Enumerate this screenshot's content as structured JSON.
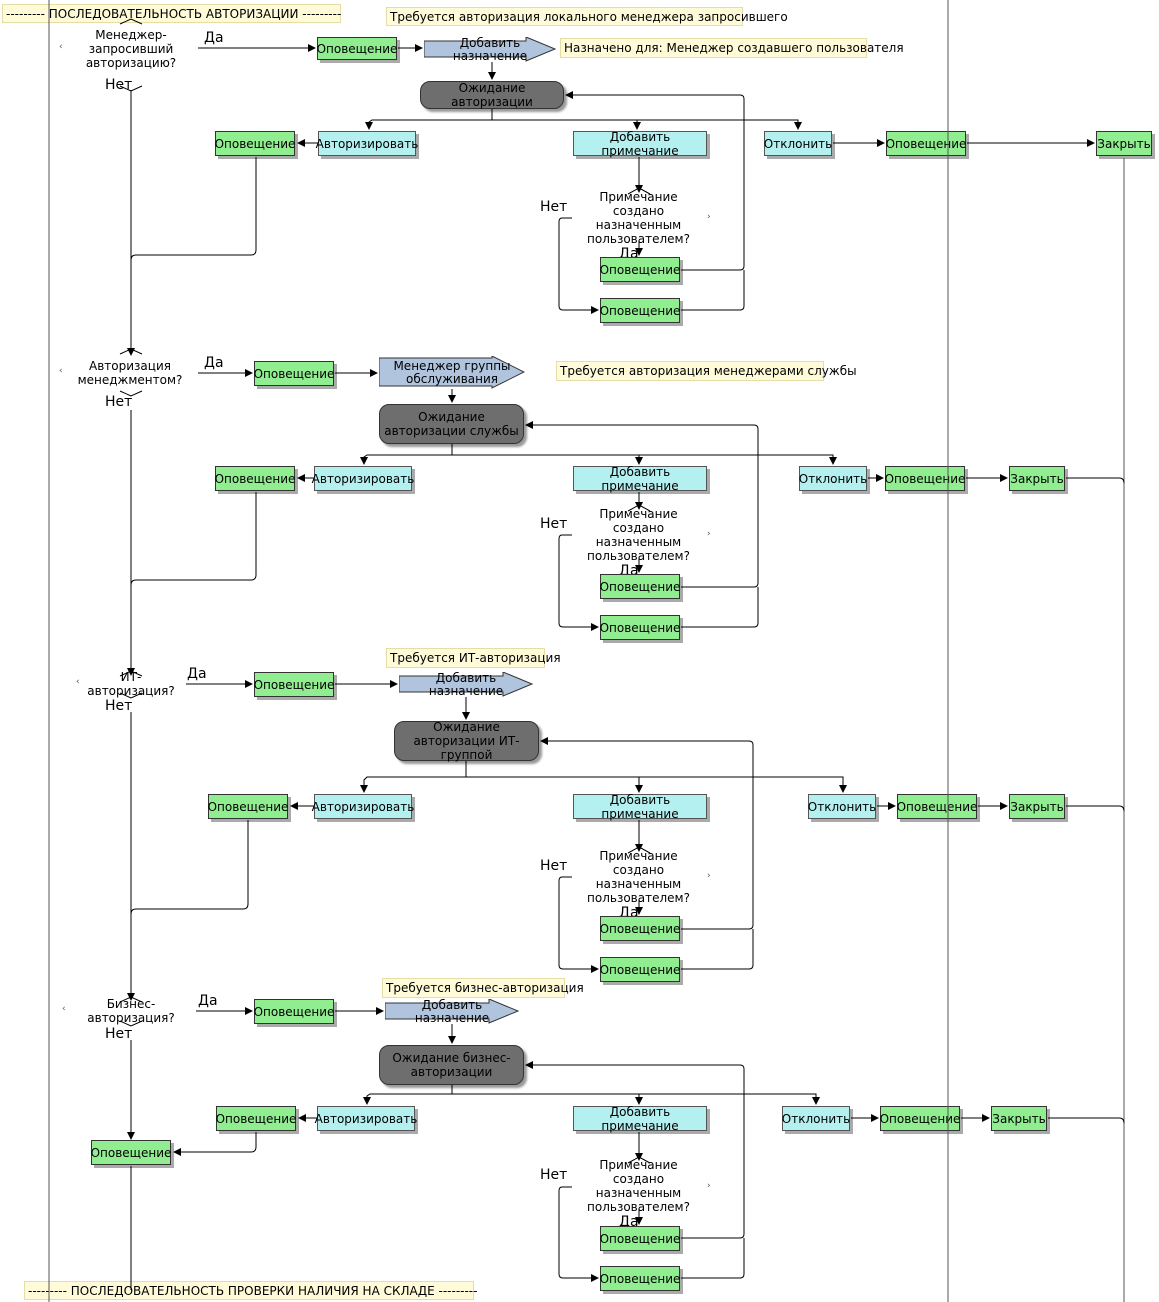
{
  "headers": {
    "top": "--------- ПОСЛЕДОВАТЕЛЬНОСТЬ АВТОРИЗАЦИИ ---------",
    "bottom": "--------- ПОСЛЕДОВАТЕЛЬНОСТЬ ПРОВЕРКИ НАЛИЧИЯ НА СКЛАДЕ ---------"
  },
  "labels": {
    "yes": "Да",
    "no": "Нет"
  },
  "common": {
    "notify": "Оповещение",
    "authorize": "Авторизировать",
    "add_note": "Добавить примечание",
    "reject": "Отклонить",
    "close": "Закрыть",
    "add_assignment": "Добавить назначение",
    "note_question": "Примечание создано назначенным пользователем?"
  },
  "sections": [
    {
      "question": "Менеджер-запросивший авторизацию?",
      "note": "Требуется авторизация локального менеджера запросившего",
      "arrow": "Добавить назначение",
      "assigned_note": "Назначено для: Менеджер создавшего пользователя",
      "wait": "Ожидание авторизации"
    },
    {
      "question": "Авторизация менеджментом?",
      "note": "Требуется авторизация менеджерами службы",
      "arrow": "Менеджер группы обслуживания",
      "wait": "Ожидание авторизации службы"
    },
    {
      "question": "ИТ-авторизация?",
      "note": "Требуется ИТ-авторизация",
      "arrow": "Добавить назначение",
      "wait": "Ожидание авторизации ИТ-группой"
    },
    {
      "question": "Бизнес-авторизация?",
      "note": "Требуется бизнес-авторизация",
      "arrow": "Добавить назначение",
      "wait": "Ожидание бизнес-авторизации"
    }
  ],
  "colors": {
    "notify_fill": "#90ee90",
    "action_fill": "#b4f0f0",
    "wait_fill": "#6e6e6e",
    "arrow_fill": "#b0c4de",
    "note_fill": "#fffbd9",
    "line": "#000000"
  }
}
